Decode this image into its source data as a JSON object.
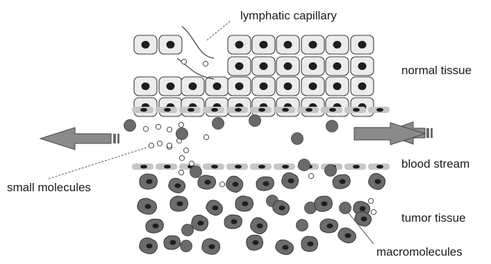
{
  "labels": {
    "lymphatic_capillary": "lymphatic capillary",
    "normal_tissue": "normal tissue",
    "blood_stream": "blood stream",
    "small_molecules": "small molecules",
    "tumor_tissue": "tumor tissue",
    "macromolecules": "macromolecules"
  },
  "icons": {
    "flow_arrow_left": "arrow-left-icon",
    "flow_arrow_right": "arrow-right-icon"
  },
  "colors": {
    "cell_fill": "#ececec",
    "cell_stroke": "#3a3a3a",
    "nucleus": "#1e1e1e",
    "tumor_cell": "#6c6c6c",
    "macromolecule": "#6a6a6a",
    "vessel": "#c6c6c6",
    "arrow": "#8a8a8a"
  }
}
